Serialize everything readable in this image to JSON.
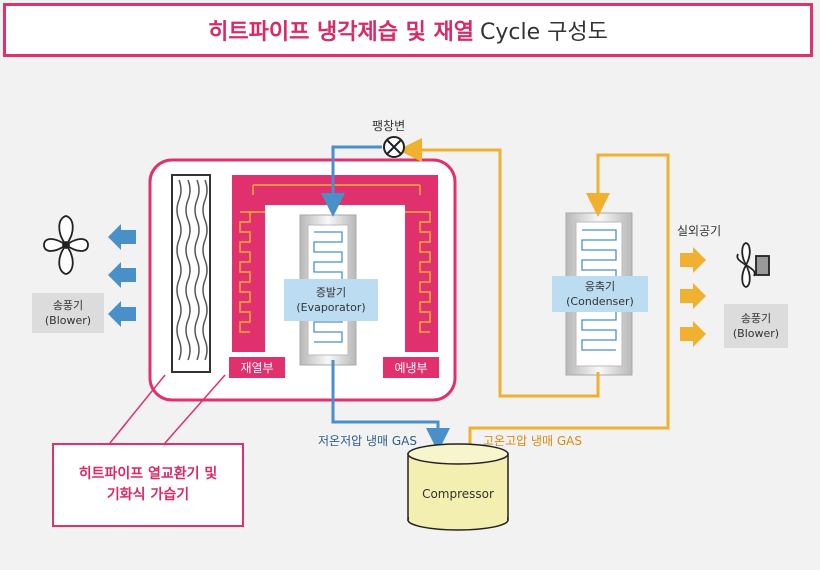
{
  "title": {
    "highlight": "히트파이프 냉각제습 및 재열",
    "rest": "Cycle 구성도"
  },
  "labels": {
    "expansion_valve": "팽창변",
    "outdoor_air": "실외공기",
    "low_pressure_gas": "저온저압 냉매 GAS",
    "high_pressure_gas": "고온고압 냉매 GAS",
    "compressor": "Compressor",
    "reheat": "재열부",
    "precool": "예냉부"
  },
  "blower_left": {
    "line1": "송풍기",
    "line2": "(Blower)"
  },
  "blower_right": {
    "line1": "송풍기",
    "line2": "(Blower)"
  },
  "evaporator": {
    "line1": "증발기",
    "line2": "(Evaporator)"
  },
  "condenser": {
    "line1": "응축기",
    "line2": "(Condenser)"
  },
  "note": {
    "line1": "히트파이프 열교환기 및",
    "line2": "기화식 가습기"
  },
  "colors": {
    "pink": "#e0306e",
    "blue_flow": "#4a90c8",
    "orange_flow": "#f0b030",
    "compressor": "#f2efb0"
  }
}
